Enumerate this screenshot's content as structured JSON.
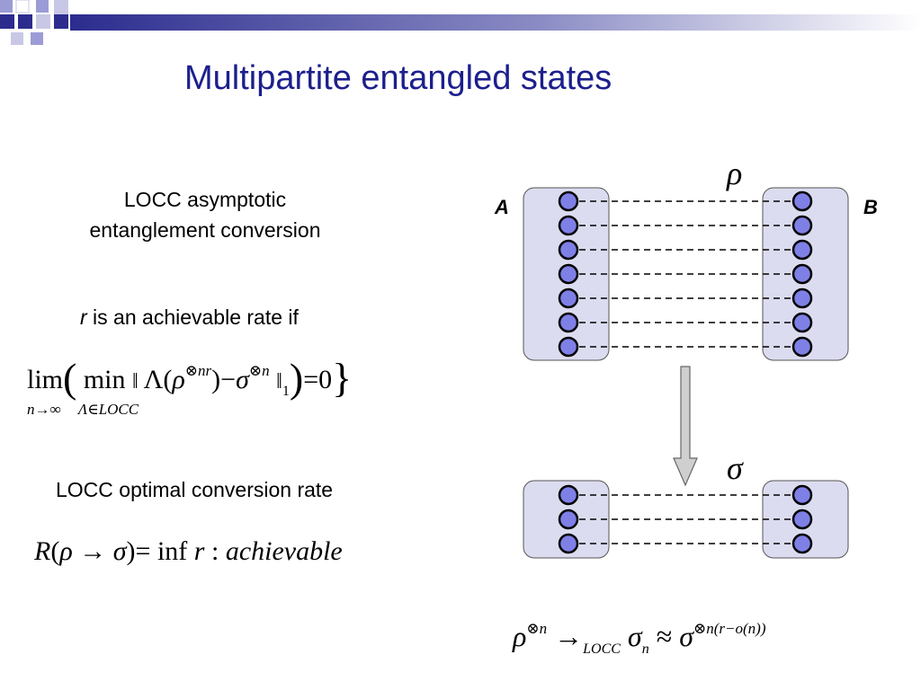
{
  "slide": {
    "title": "Multipartite entangled states",
    "heading_line1": "LOCC asymptotic",
    "heading_line2": "entanglement  conversion",
    "rate_var": "r",
    "rate_text": " is an achievable rate if",
    "optimal_text": "LOCC optimal conversion rate"
  },
  "formula_limit": {
    "lim": "lim",
    "lim_sub": "n→∞",
    "min": "min",
    "min_sub": "Λ∈LOCC",
    "norm_open": "‖",
    "lambda": "Λ(",
    "rho": "ρ",
    "rho_sup": "⊗nr",
    "close_minus": ")−",
    "sigma": "σ",
    "sigma_sup": "⊗n",
    "norm_close": "‖",
    "norm_sub": "1",
    "paren_open": "(",
    "paren_close": ")",
    "equals": "=",
    "zero": "0",
    "brace": "}"
  },
  "formula_rate": {
    "R": "R",
    "open": "(",
    "rho": "ρ",
    "arrow": "→",
    "sigma": "σ",
    "close_eq": ")=",
    "inf": "inf",
    "r": "r",
    "colon": ":",
    "achievable": "achievable"
  },
  "formula_conversion": {
    "rho": "ρ",
    "rho_sup": "⊗n",
    "arrow": "→",
    "arrow_sub": "LOCC",
    "sigma_n": "σ",
    "sigma_n_sub": "n",
    "approx": "≈",
    "sigma": "σ",
    "sigma_sup": "⊗n(r−o(n))"
  },
  "diagram": {
    "party_a": "A",
    "party_b": "B",
    "rho_label": "ρ",
    "sigma_label": "σ",
    "top_pairs": 7,
    "bottom_pairs": 3,
    "box_color": "#dcdcf0",
    "node_color": "#7f80e6",
    "arrow_color": "#cfcfcf"
  },
  "colors": {
    "title": "#1c1f8c",
    "header_band": "#2b2c8e"
  }
}
